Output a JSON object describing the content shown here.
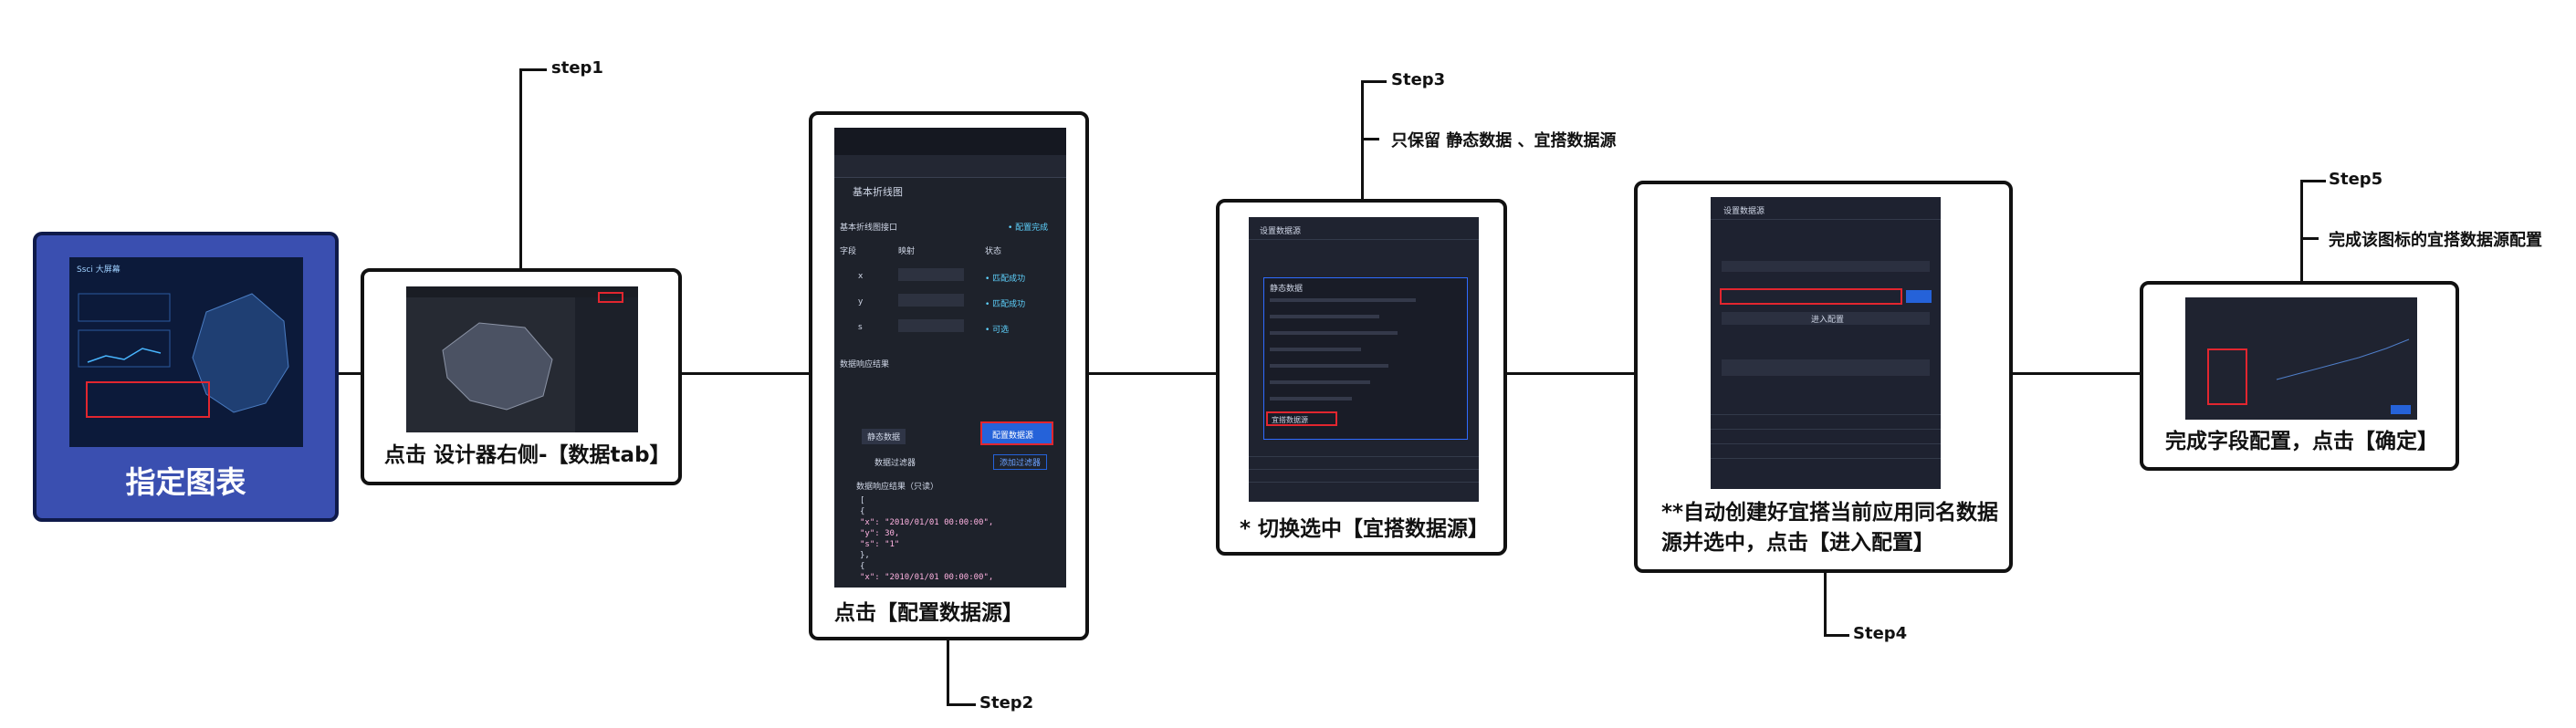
{
  "step0": {
    "caption": "指定图表",
    "screen_title": "Ssci 大屏幕"
  },
  "step1": {
    "callout": "step1",
    "caption": "点击 设计器右侧-【数据tab】"
  },
  "step2": {
    "callout": "Step2",
    "caption": "点击【配置数据源】",
    "panel": {
      "title": "基本折线图",
      "section": "基本折线图接口",
      "status": "• 配置完成",
      "col_field": "字段",
      "col_map": "映射",
      "col_state": "状态",
      "rows": [
        {
          "field": "x",
          "state": "• 匹配成功"
        },
        {
          "field": "y",
          "state": "• 匹配成功"
        },
        {
          "field": "s",
          "state": "• 可选"
        }
      ],
      "result_label": "数据响应结果",
      "static_label": "静态数据",
      "config_btn": "配置数据源",
      "filter_label": "数据过滤器",
      "filter_btn": "添加过滤器",
      "resp_label": "数据响应结果（只读）",
      "code_lines": [
        "[",
        "  {",
        "    \"x\": \"2010/01/01 00:00:00\",",
        "    \"y\": 30,",
        "    \"s\": \"1\"",
        "  },",
        "  {",
        "    \"x\": \"2010/01/01 00:00:00\","
      ]
    }
  },
  "step3": {
    "callout": "Step3",
    "note": "只保留 静态数据 、宜搭数据源",
    "caption": "* 切换选中【宜搭数据源】",
    "dialog_title": "设置数据源",
    "options": [
      "静态数据",
      "宜搭数据源"
    ]
  },
  "step4": {
    "callout": "Step4",
    "caption_line1": "**自动创建好宜搭当前应用同名数据",
    "caption_line2": "源并选中，点击【进入配置】",
    "dialog_title": "设置数据源",
    "btn_enter": "进入配置"
  },
  "step5": {
    "callout": "Step5",
    "note": "完成该图标的宜搭数据源配置",
    "caption": "完成字段配置，点击【确定】"
  },
  "colors": {
    "accent_blue": "#3a4fb0",
    "highlight_red": "#e2262f",
    "dark_bg": "#1b2030"
  }
}
